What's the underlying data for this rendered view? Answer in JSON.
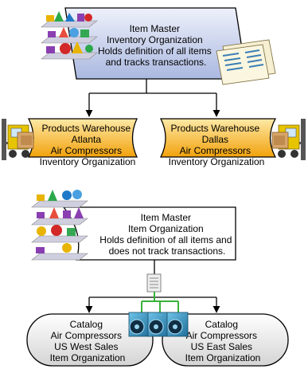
{
  "top_box": {
    "lines": [
      "Item Master",
      "Inventory Organization",
      "Holds definition of all items",
      "and tracks transactions."
    ]
  },
  "warehouses": [
    {
      "lines": [
        "Products Warehouse",
        "Atlanta",
        "Air Compressors",
        "Inventory Organization"
      ]
    },
    {
      "lines": [
        "Products Warehouse",
        "Dallas",
        "Air Compressors",
        "Inventory Organization"
      ]
    }
  ],
  "middle_box": {
    "lines": [
      "Item Master",
      "Item Organization",
      "Holds definition of all items and",
      "does not track transactions."
    ]
  },
  "catalogs": [
    {
      "lines": [
        "Catalog",
        "Air Compressors",
        "US West Sales",
        "Item Organization"
      ]
    },
    {
      "lines": [
        "Catalog",
        "Air Compressors",
        "US East Sales",
        "Item Organization"
      ]
    }
  ],
  "colors": {
    "top_box_fill_top": "#eef1fb",
    "top_box_fill_bottom": "#aab8e0",
    "warehouse_fill_top": "#fde9a6",
    "warehouse_fill_bottom": "#f2a20c",
    "catalog_fill_top": "#ffffff",
    "catalog_fill_bottom": "#d4d4d4",
    "network_line": "#38b23a"
  }
}
